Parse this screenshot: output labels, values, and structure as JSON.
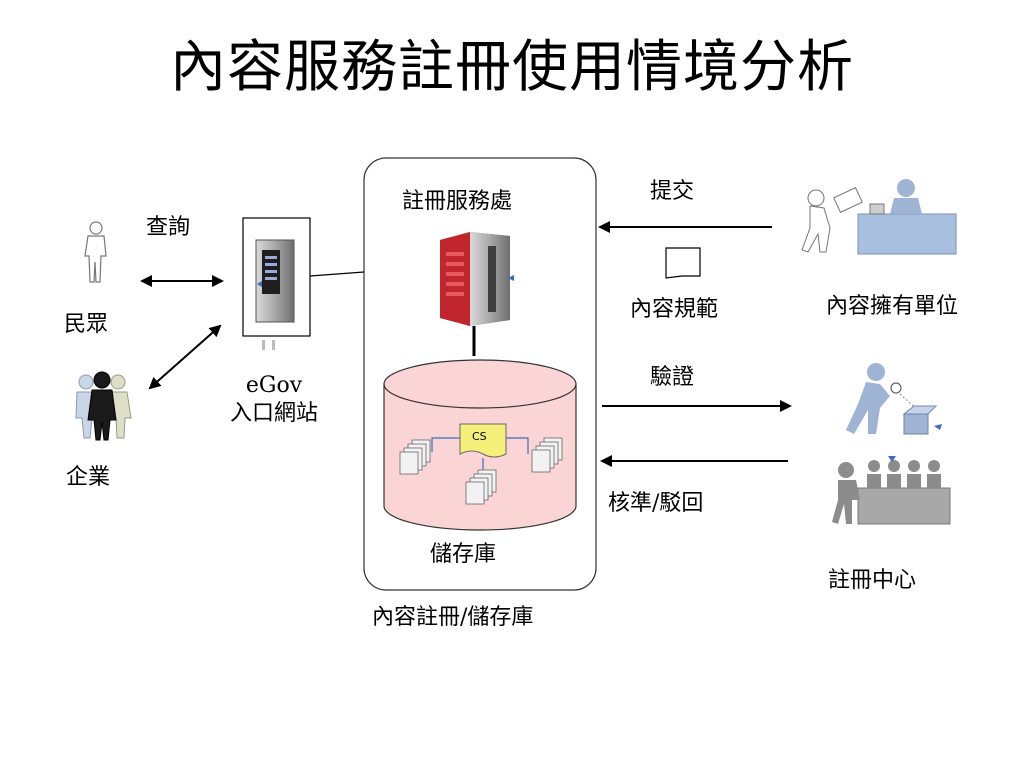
{
  "title": "內容服務註冊使用情境分析",
  "labels": {
    "query": "查詢",
    "citizen": "民眾",
    "enterprise": "企業",
    "egov_line1": "eGov",
    "egov_line2": "入口網站",
    "registry_service": "註冊服務處",
    "repository": "儲存庫",
    "registry_repository": "內容註冊/儲存庫",
    "submit": "提交",
    "content_spec": "內容規範",
    "content_owner": "內容擁有單位",
    "verify": "驗證",
    "approve_reject": "核準/駁回",
    "registry_center": "註冊中心",
    "cs": "CS"
  },
  "colors": {
    "db_fill": "#fbd5d5",
    "db_stroke": "#333333",
    "figure_blue": "#9fb4d4",
    "figure_grey": "#8c8c8c",
    "server_red": "#c0262b"
  }
}
